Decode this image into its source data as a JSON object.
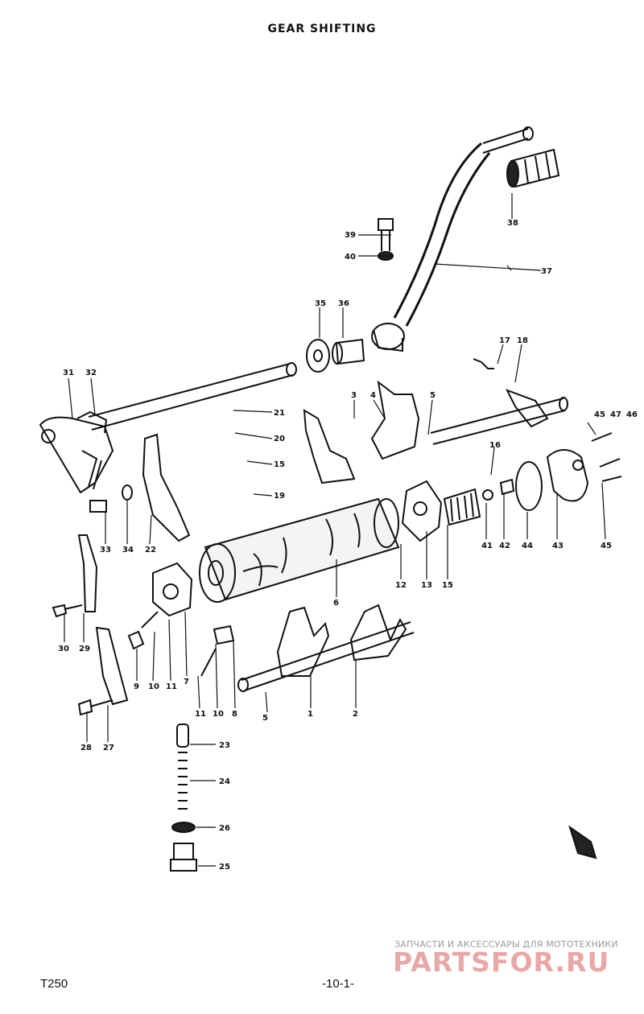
{
  "title": "GEAR SHIFTING",
  "footer": {
    "model": "T250",
    "page": "-10-1-"
  },
  "watermark": {
    "line": "ЗАПЧАСТИ И АКСЕССУАРЫ ДЛЯ МОТОТЕХНИКИ",
    "logo": "PARTSFOR.RU"
  },
  "callouts": {
    "c39": "39",
    "c40": "40",
    "c38": "38",
    "c37": "37",
    "c35": "35",
    "c36": "36",
    "c31": "31",
    "c32": "32",
    "c17": "17",
    "c18": "18",
    "c3": "3",
    "c4": "4",
    "c5": "5",
    "c21": "21",
    "c20": "20",
    "c15a": "15",
    "c19": "19",
    "c16": "16",
    "c45a": "45",
    "c47": "47",
    "c46": "46",
    "c33": "33",
    "c34": "34",
    "c22": "22",
    "c41": "41",
    "c42": "42",
    "c44": "44",
    "c43": "43",
    "c45b": "45",
    "c12": "12",
    "c13": "13",
    "c15b": "15",
    "c6": "6",
    "c30": "30",
    "c29": "29",
    "c9": "9",
    "c10a": "10",
    "c11a": "11",
    "c7": "7",
    "c11b": "11",
    "c10b": "10",
    "c8": "8",
    "c5b": "5",
    "c1": "1",
    "c2": "2",
    "c28": "28",
    "c27": "27",
    "c23": "23",
    "c24": "24",
    "c26": "26",
    "c25": "25"
  }
}
